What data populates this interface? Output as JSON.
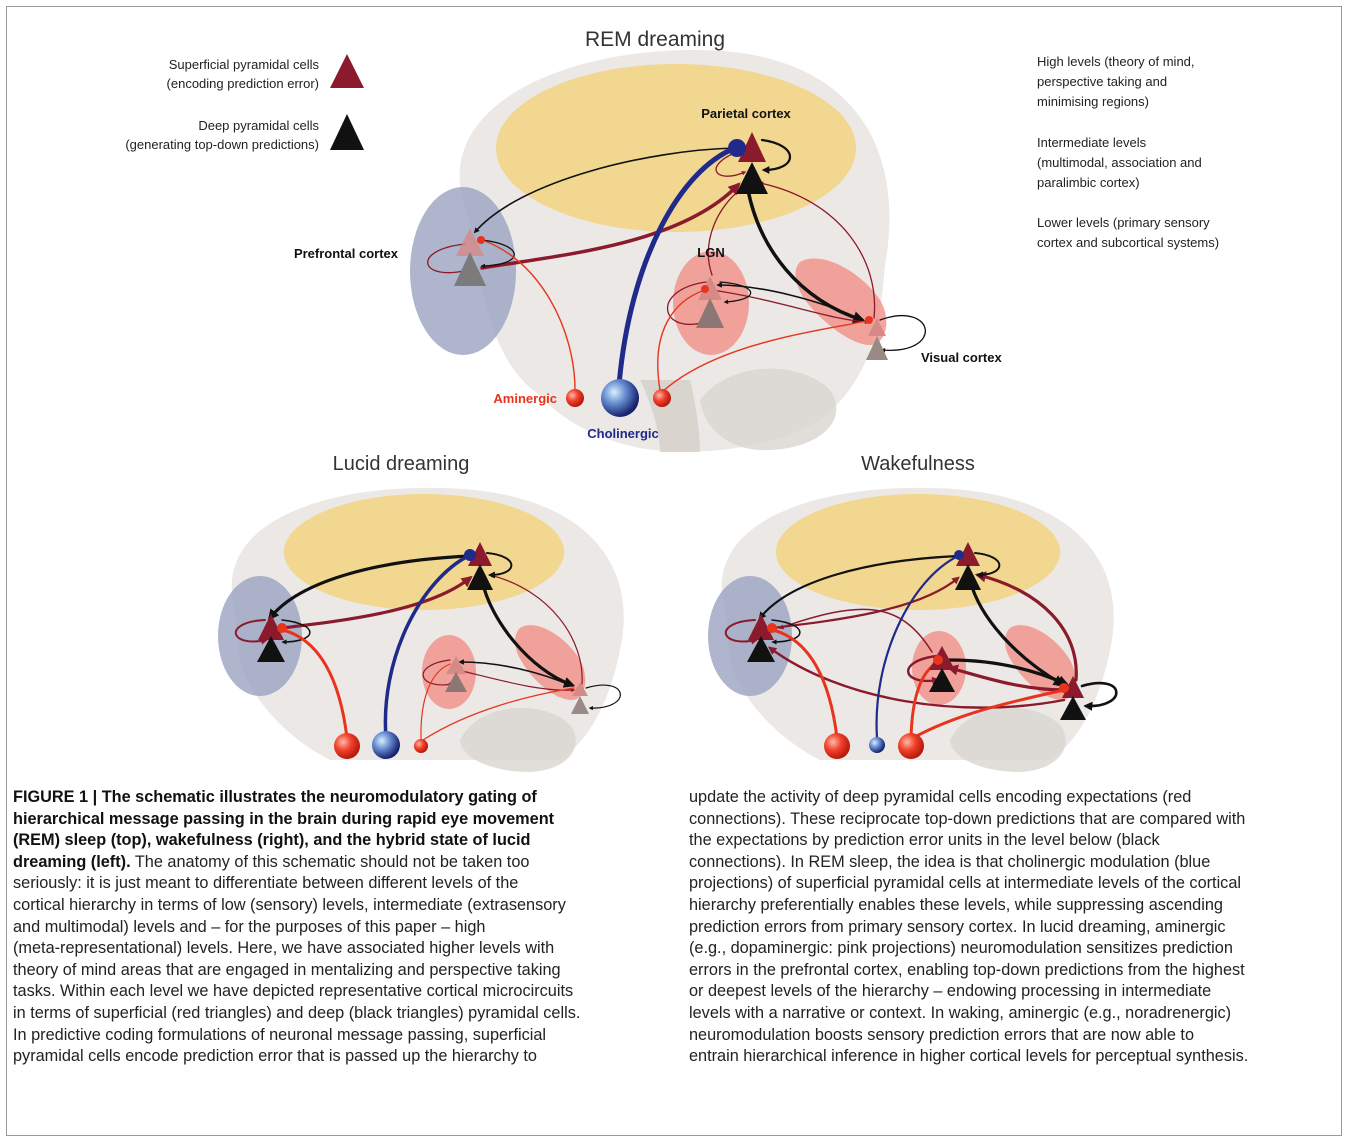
{
  "figure": {
    "titles": {
      "rem": "REM dreaming",
      "lucid": "Lucid dreaming",
      "wake": "Wakefulness"
    },
    "legend": {
      "superficial": [
        "Superficial pyramidal cells",
        "(encoding prediction error)"
      ],
      "deep": [
        "Deep pyramidal cells",
        "(generating top-down predictions)"
      ]
    },
    "levels": {
      "high": [
        "High levels (theory of mind,",
        "perspective taking and",
        "minimising regions)"
      ],
      "intermediate": [
        "Intermediate levels",
        "(multimodal, association and",
        "paralimbic cortex)"
      ],
      "lower": [
        "Lower levels (primary sensory",
        "cortex and subcortical systems)"
      ]
    },
    "regions": {
      "parietal": "Parietal cortex",
      "prefrontal": "Prefrontal cortex",
      "lgn": "LGN",
      "visual": "Visual cortex",
      "aminergic": "Aminergic",
      "cholinergic": "Cholinergic"
    },
    "colors": {
      "superficial": "#8a1a2c",
      "deep": "#111111",
      "cholinergic": "#1f2a8a",
      "aminergic": "#e8341c",
      "high_level_region": "#f2d27a",
      "intermediate_region": "#9aa3c0",
      "lower_region": "#f08a80"
    }
  },
  "caption": {
    "left": [
      [
        {
          "b": "FIGURE 1 | The schematic illustrates the neuromodulatory gating of"
        }
      ],
      [
        {
          "b": "hierarchical message passing in the brain during rapid eye movement"
        }
      ],
      [
        {
          "b": "(REM) sleep (top), wakefulness (right), and the hybrid state of lucid"
        }
      ],
      [
        {
          "b": "dreaming (left)."
        },
        {
          "t": " The anatomy of this schematic should not be taken too"
        }
      ],
      [
        {
          "t": "seriously: it is just meant to differentiate between different levels of the"
        }
      ],
      [
        {
          "t": "cortical hierarchy in terms of low (sensory) levels, intermediate (extrasensory"
        }
      ],
      [
        {
          "t": "and multimodal) levels and – for the purposes of this paper – high"
        }
      ],
      [
        {
          "t": "(meta-representational) levels. Here, we have associated higher levels with"
        }
      ],
      [
        {
          "t": "theory of mind areas that are engaged in mentalizing and perspective taking"
        }
      ],
      [
        {
          "t": "tasks. Within each level we have depicted representative cortical microcircuits"
        }
      ],
      [
        {
          "t": "in terms of superficial (red triangles) and deep (black triangles) pyramidal cells."
        }
      ],
      [
        {
          "t": "In predictive coding formulations of neuronal message passing, superficial"
        }
      ],
      [
        {
          "t": "pyramidal cells encode prediction error that is passed up the hierarchy to"
        }
      ]
    ],
    "right": [
      "update the activity of deep pyramidal cells encoding expectations (red",
      "connections). These reciprocate top-down predictions that are compared with",
      "the expectations by prediction error units in the level below (black",
      "connections). In REM sleep, the idea is that cholinergic modulation (blue",
      "projections) of superficial pyramidal cells at intermediate levels of the cortical",
      "hierarchy preferentially enables these levels, while suppressing ascending",
      "prediction errors from primary sensory cortex. In lucid dreaming, aminergic",
      "(e.g., dopaminergic: pink projections) neuromodulation sensitizes prediction",
      "errors in the prefrontal cortex, enabling top-down predictions from the highest",
      "or deepest levels of the hierarchy – endowing processing in intermediate",
      "levels with a narrative or context. In waking, aminergic (e.g., noradrenergic)",
      "neuromodulation boosts sensory prediction errors that are now able to",
      "entrain hierarchical inference in higher cortical levels for perceptual synthesis."
    ]
  }
}
